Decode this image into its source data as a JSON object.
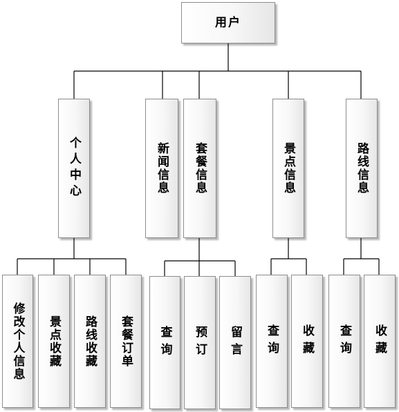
{
  "root": {
    "label": "用户"
  },
  "modules": [
    {
      "label": "个人中心",
      "children": [
        "修改个人信息",
        "景点收藏",
        "路线收藏",
        "套餐订单"
      ]
    },
    {
      "label": "新闻信息",
      "children": []
    },
    {
      "label": "套餐信息",
      "children": [
        "查询",
        "预订",
        "留言"
      ]
    },
    {
      "label": "景点信息",
      "children": [
        "查询",
        "收藏"
      ]
    },
    {
      "label": "路线信息",
      "children": [
        "查询",
        "收藏"
      ]
    }
  ],
  "colors": {
    "line": "#000000",
    "border": "#8c8c8c"
  }
}
